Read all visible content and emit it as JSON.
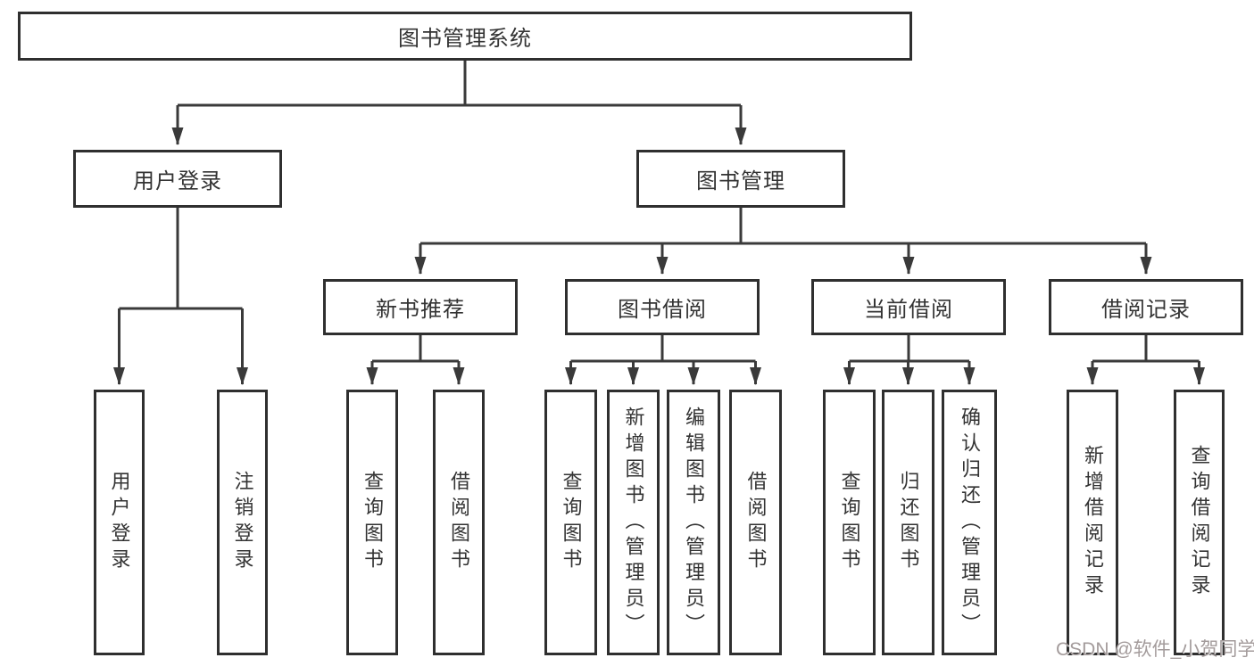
{
  "diagram": {
    "root": {
      "label": "图书管理系统"
    },
    "level1": [
      {
        "label": "用户登录"
      },
      {
        "label": "图书管理"
      }
    ],
    "level2": [
      {
        "label": "新书推荐"
      },
      {
        "label": "图书借阅"
      },
      {
        "label": "当前借阅"
      },
      {
        "label": "借阅记录"
      }
    ],
    "leaves": [
      {
        "label": "用户登录"
      },
      {
        "label": "注销登录"
      },
      {
        "label": "查询图书"
      },
      {
        "label": "借阅图书"
      },
      {
        "label": "查询图书"
      },
      {
        "label": "新增图书（管理员）"
      },
      {
        "label": "编辑图书（管理员）"
      },
      {
        "label": "借阅图书"
      },
      {
        "label": "查询图书"
      },
      {
        "label": "归还图书"
      },
      {
        "label": "确认归还（管理员）"
      },
      {
        "label": "新增借阅记录"
      },
      {
        "label": "查询借阅记录"
      }
    ]
  },
  "watermark": {
    "text": "CSDN @软件_小贺同学"
  },
  "colors": {
    "line": "#3a3a3a",
    "border": "#2f2f2f",
    "text": "#333333",
    "watermark": "#a39b9b",
    "background": "#ffffff"
  }
}
